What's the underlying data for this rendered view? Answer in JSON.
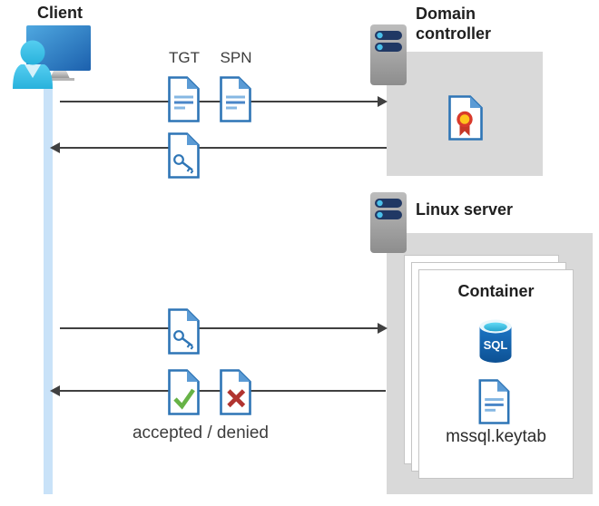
{
  "diagram": {
    "client": {
      "label": "Client"
    },
    "domain_controller": {
      "label": "Domain controller"
    },
    "linux_server": {
      "label": "Linux server"
    },
    "container": {
      "label": "Container",
      "keytab_file": "mssql.keytab",
      "sql_badge": "SQL"
    },
    "messages": {
      "tgt": "TGT",
      "spn": "SPN",
      "response": "accepted / denied"
    },
    "colors": {
      "doc_border_blue": "#2e75b6",
      "doc_fold_blue": "#5b9bd5",
      "accept_green": "#67b346",
      "deny_red": "#b13430",
      "sql_body_blue": "#0f5fae",
      "sql_top_cyan": "#41c8f0",
      "server_bar_navy": "#203864",
      "server_dot_cyan": "#4ac0ea",
      "box_gray": "#d9d9d9",
      "arrow_gray": "#404040",
      "lifeline_blue": "#c9e2f8",
      "certificate_red": "#d93a2b",
      "certificate_yellow": "#ffc41d",
      "client_monitor_blue": "#2e75c4",
      "client_person_cyan": "#38c0e4"
    }
  }
}
